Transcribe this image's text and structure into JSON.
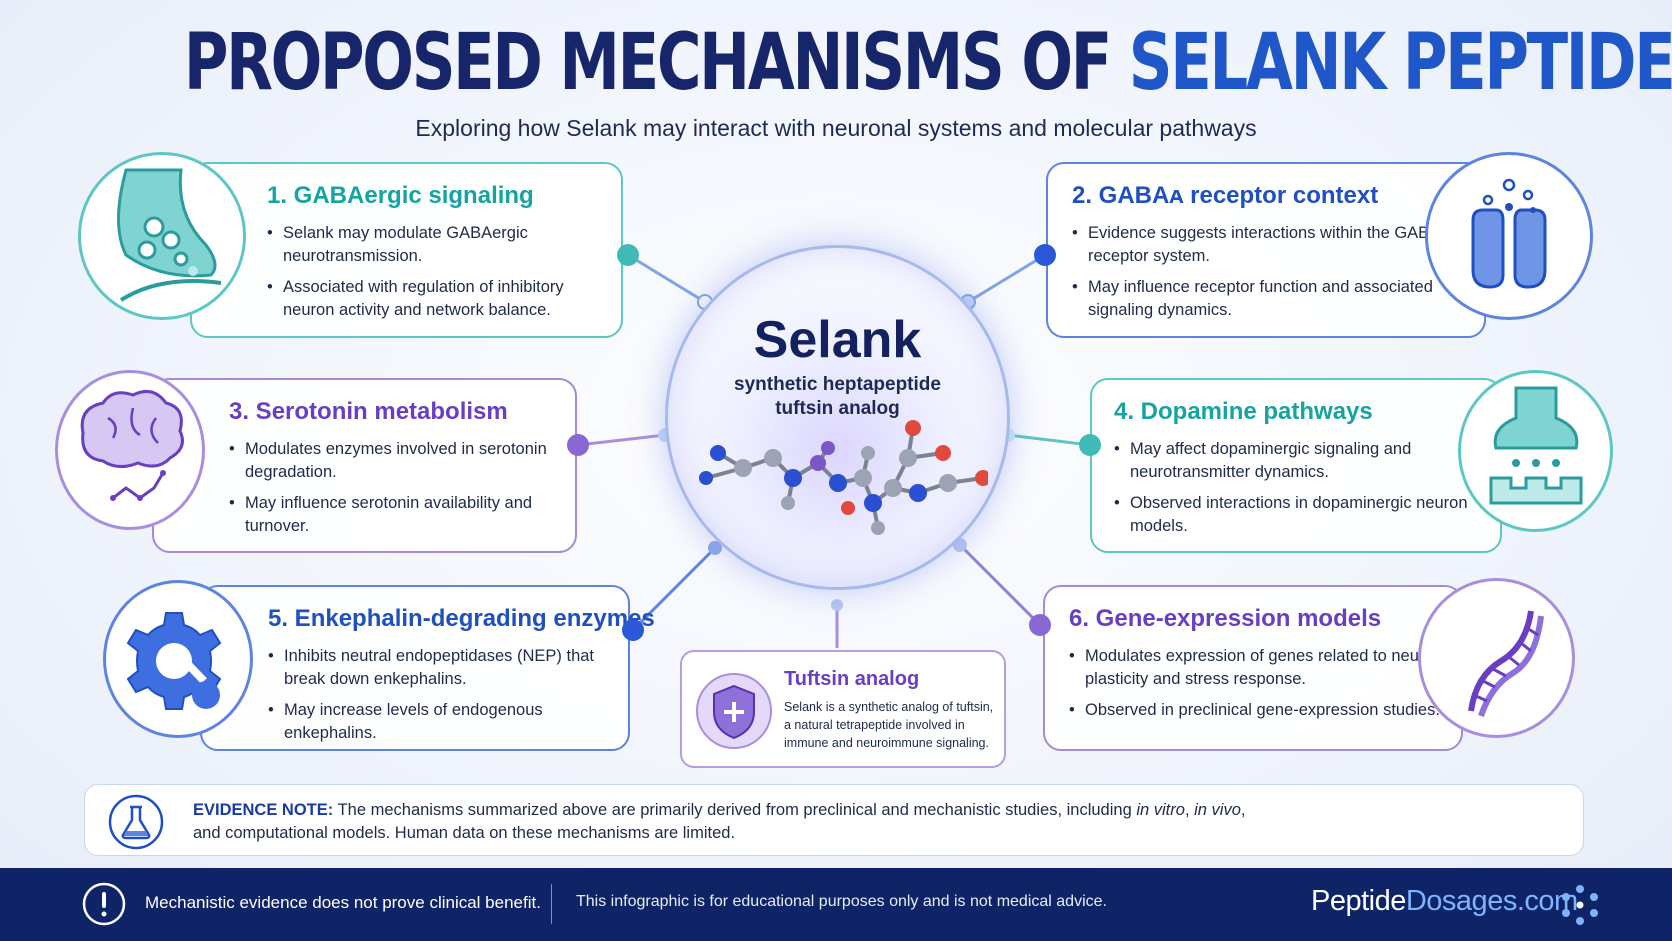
{
  "title": {
    "part1": "PROPOSED MECHANISMS OF ",
    "part2": "SELANK PEPTIDE"
  },
  "subtitle": "Exploring how Selank may interact with neuronal systems and molecular pathways",
  "hub": {
    "name": "Selank",
    "line1": "synthetic heptapeptide",
    "line2": "tuftsin analog"
  },
  "cards": [
    {
      "title": "1. GABAergic signaling",
      "bullets": [
        "Selank may modulate GABAergic neurotransmission.",
        "Associated with regulation of inhibitory neuron activity and network balance."
      ]
    },
    {
      "title": "2. GABAᴀ receptor context",
      "bullets": [
        "Evidence suggests interactions within the GABAᴀ receptor system.",
        "May influence receptor function and associated signaling dynamics."
      ]
    },
    {
      "title": "3. Serotonin metabolism",
      "bullets": [
        "Modulates enzymes involved in serotonin degradation.",
        "May influence serotonin availability and turnover."
      ]
    },
    {
      "title": "4. Dopamine pathways",
      "bullets": [
        "May affect dopaminergic signaling and neurotransmitter dynamics.",
        "Observed interactions in dopaminergic neuron models."
      ]
    },
    {
      "title": "5. Enkephalin-degrading enzymes",
      "bullets": [
        "Inhibits neutral endopeptidases (NEP) that break down enkephalins.",
        "May increase levels of endogenous enkephalins."
      ]
    },
    {
      "title": "6. Gene-expression models",
      "bullets": [
        "Modulates expression of genes related to neural plasticity and stress response.",
        "Observed in preclinical gene-expression studies."
      ]
    }
  ],
  "tuftsin": {
    "title": "Tuftsin analog",
    "text": "Selank is a synthetic analog of tuftsin, a natural tetrapeptide involved in immune and neuroimmune signaling."
  },
  "evidence": {
    "label": "EVIDENCE NOTE:",
    "text1": "The mechanisms summarized above are primarily derived from preclinical and mechanistic studies, including ",
    "invitro": "in vitro",
    "comma": ", ",
    "invivo": "in vivo",
    "text2": ",",
    "text3": "and computational models. Human data on these mechanisms are limited."
  },
  "footer": {
    "left": "Mechanistic evidence does not prove clinical benefit.",
    "right": "This infographic is for educational purposes only and is not medical advice.",
    "brand1": "Peptide",
    "brand2": "Dosages.com"
  },
  "icons": [
    "synapse-icon",
    "receptor-icon",
    "brain-icon",
    "dopamine-synapse-icon",
    "gear-enzyme-icon",
    "dna-icon",
    "shield-icon",
    "flask-icon",
    "exclamation-icon",
    "dots-logo-icon"
  ],
  "colors": {
    "teal": "#17a3a3",
    "blue": "#1f4fc0",
    "purple": "#6a3ec4",
    "navy": "#0e2466"
  }
}
